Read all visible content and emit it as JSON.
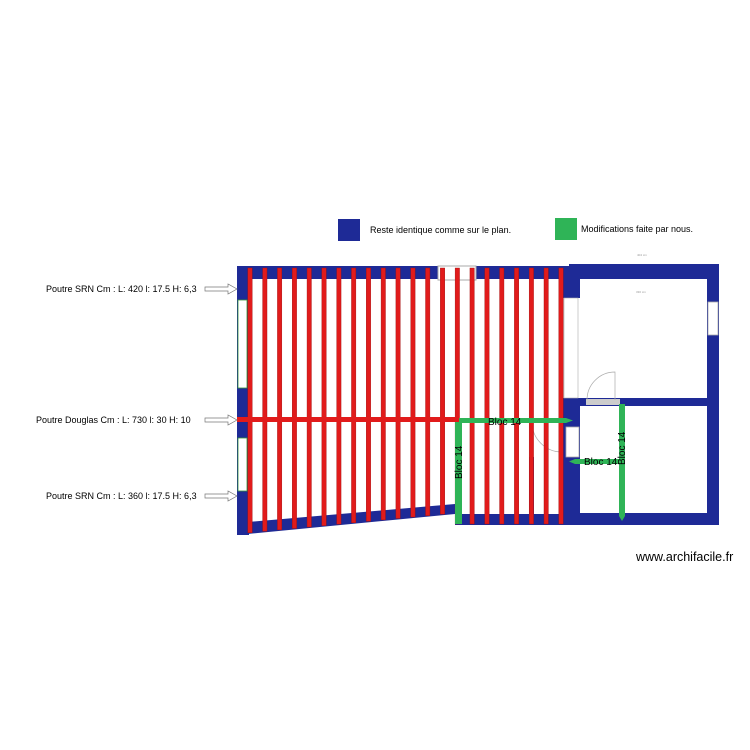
{
  "colors": {
    "wall": "#1e2a96",
    "joist": "#e11b1b",
    "modification": "#2fb457",
    "window": "#9a9a9a"
  },
  "legend": [
    {
      "color": "#1e2a96",
      "label": "Reste identique comme sur le plan."
    },
    {
      "color": "#2fb457",
      "label": "Modifications faite par nous."
    }
  ],
  "beam_labels": [
    "Poutre SRN Cm :  L: 420 l: 17.5 H: 6,3",
    "Poutre Douglas Cm :  L: 730 l: 30 H: 10",
    "Poutre SRN Cm :  L: 360 l: 17.5 H: 6,3"
  ],
  "blocs": [
    "Bloc 14",
    "Bloc 14",
    "Bloc 14",
    "Bloc 14"
  ],
  "dimensions": [
    "404 cm",
    "330 cm"
  ],
  "watermark": "www.archifacile.fr"
}
